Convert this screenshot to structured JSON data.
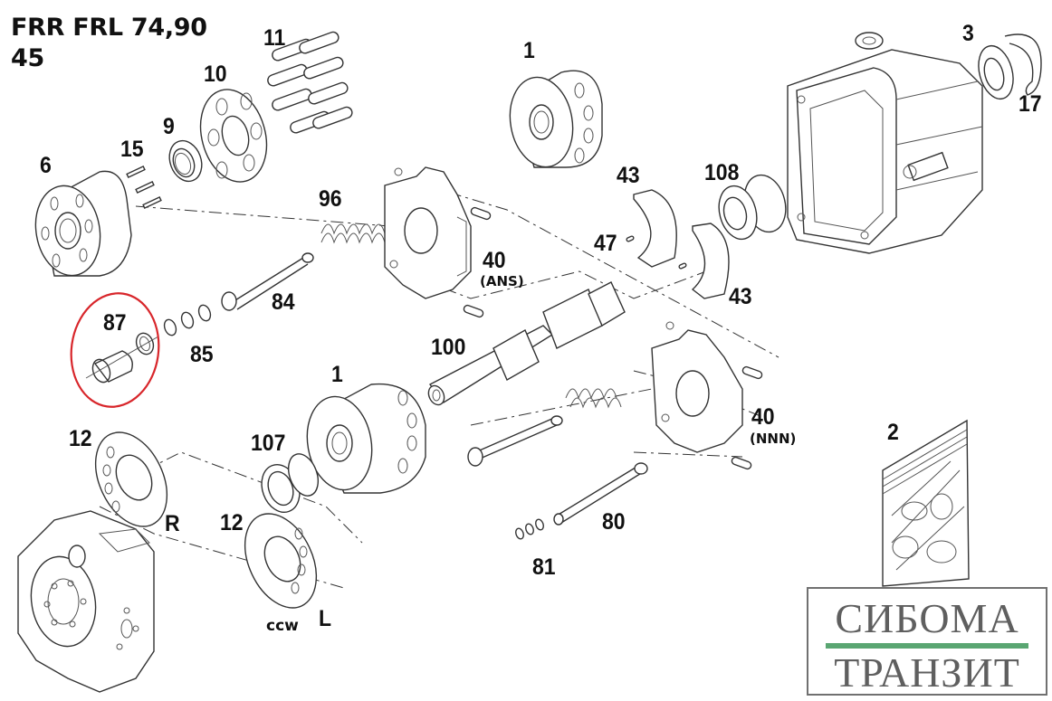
{
  "diagram": {
    "title_line1": "FRR FRL 74,90",
    "title_line2": "45",
    "highlighted_part": "87",
    "highlight_color": "#d8262b",
    "parts": [
      {
        "id": "11",
        "label": "11",
        "name": "pistons"
      },
      {
        "id": "10",
        "label": "10",
        "name": "retainer-plate"
      },
      {
        "id": "9",
        "label": "9",
        "name": "needle-bearing"
      },
      {
        "id": "15",
        "label": "15",
        "name": "pins"
      },
      {
        "id": "6",
        "label": "6",
        "name": "cylinder-block"
      },
      {
        "id": "1a",
        "label": "1",
        "name": "rotating-group-top"
      },
      {
        "id": "3",
        "label": "3",
        "name": "shaft-seal"
      },
      {
        "id": "17",
        "label": "17",
        "name": "retaining-ring"
      },
      {
        "id": "96",
        "label": "96",
        "name": "spring"
      },
      {
        "id": "43a",
        "label": "43",
        "name": "cradle-bearing-upper"
      },
      {
        "id": "108",
        "label": "108",
        "name": "tapered-roller-bearing"
      },
      {
        "id": "47",
        "label": "47",
        "name": "dowel-pin"
      },
      {
        "id": "40a",
        "label": "40",
        "sublabel": "(ANS)",
        "name": "swashplate-ans"
      },
      {
        "id": "84",
        "label": "84",
        "name": "servo-rod"
      },
      {
        "id": "43b",
        "label": "43",
        "name": "cradle-bearing-lower"
      },
      {
        "id": "87",
        "label": "87",
        "name": "sleeve"
      },
      {
        "id": "85",
        "label": "85",
        "name": "o-rings"
      },
      {
        "id": "100",
        "label": "100",
        "name": "drive-shaft"
      },
      {
        "id": "1b",
        "label": "1",
        "name": "rotating-group-bottom"
      },
      {
        "id": "40b",
        "label": "40",
        "sublabel": "(NNN)",
        "name": "swashplate-nnn"
      },
      {
        "id": "2",
        "label": "2",
        "name": "seal-kit"
      },
      {
        "id": "12a",
        "label": "12",
        "sublabel": "R",
        "name": "valve-plate-r"
      },
      {
        "id": "107",
        "label": "107",
        "name": "tapered-roller-bearing"
      },
      {
        "id": "12b",
        "label": "12",
        "sublabel": "L",
        "name": "valve-plate-l"
      },
      {
        "id": "ccw",
        "label": "ccw",
        "name": "rotation-note"
      },
      {
        "id": "80",
        "label": "80",
        "name": "servo-rod-long"
      },
      {
        "id": "81",
        "label": "81",
        "name": "o-rings-small"
      }
    ]
  },
  "logo": {
    "line1": "СИБОМА",
    "line2": "ТРАНЗИТ",
    "accent_color": "#5aa672",
    "text_color": "#5f5f5f"
  }
}
